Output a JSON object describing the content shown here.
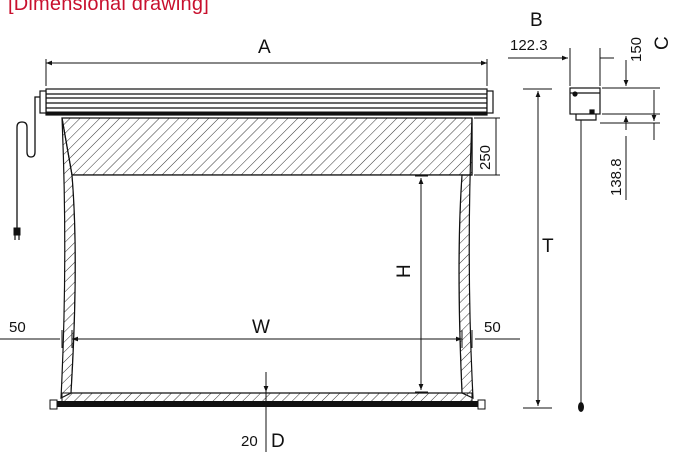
{
  "title": "[Dimensional drawing]",
  "labels": {
    "A": "A",
    "B": "B",
    "C": "C",
    "D": "D",
    "H": "H",
    "T": "T",
    "W": "W"
  },
  "dimensions": {
    "b_value": "122.3",
    "c_value": "150",
    "bracket_drop": "138.8",
    "black_drop": "250",
    "left_border": "50",
    "right_border": "50",
    "bottom_border": "20"
  },
  "colors": {
    "title": "#c8102e",
    "line": "#111111"
  }
}
